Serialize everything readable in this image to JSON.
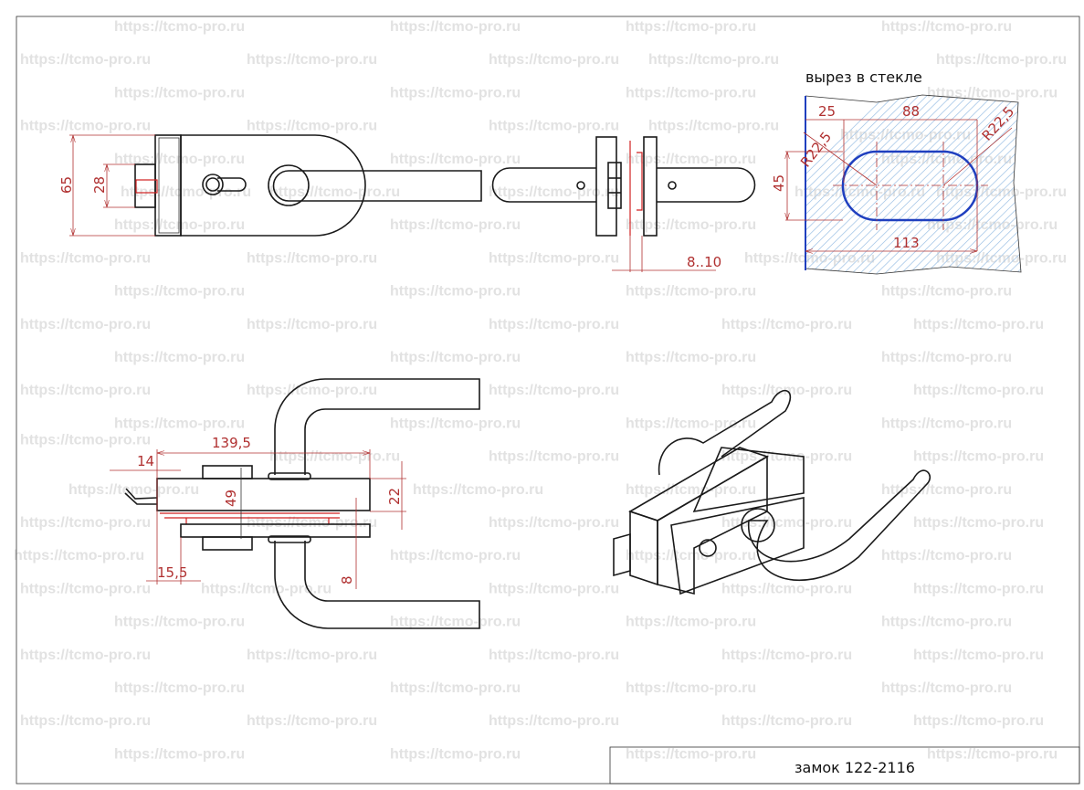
{
  "watermark": "https://tcmo-pro.ru",
  "title_block": {
    "title": "замок 122-2116"
  },
  "front_view": {
    "dim_height": "65",
    "dim_latch": "28"
  },
  "side_view": {
    "dim_glass": "8..10"
  },
  "cutout": {
    "caption": "вырез в стекле",
    "dim_offset": "25",
    "dim_centers": "88",
    "dim_radius_left": "R22,5",
    "dim_radius_right": "R22,5",
    "dim_height": "45",
    "dim_width": "113"
  },
  "top_view": {
    "dim_length": "139,5",
    "dim_latch": "14",
    "dim_body": "22",
    "dim_depth": "49",
    "dim_offset": "15,5",
    "dim_plate": "8"
  },
  "colors": {
    "dimension": "#b03030",
    "cutout_outline": "#1f3fbf",
    "glass_hatch": "#a8c8e8"
  }
}
